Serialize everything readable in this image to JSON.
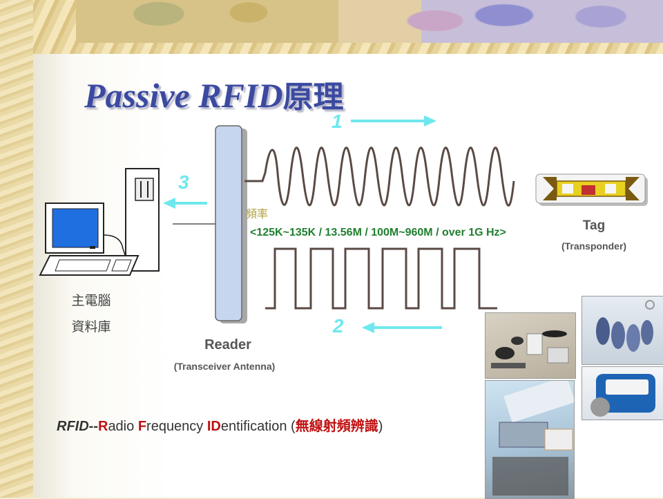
{
  "title": {
    "latin": "Passive RFID",
    "cjk": "原理"
  },
  "steps": {
    "one": "1",
    "two": "2",
    "three": "3"
  },
  "tag": {
    "label": "Tag",
    "sublabel": "(Transponder)"
  },
  "reader": {
    "label": "Reader",
    "sublabel": "(Transceiver Antenna)"
  },
  "frequency": {
    "label": "頻率",
    "range": "<125K~135K / 13.56M / 100M~960M / over 1G Hz>"
  },
  "host": {
    "line1": "主電腦",
    "line2": "資料庫"
  },
  "footer": {
    "parts": [
      "RFID--",
      "R",
      "adio ",
      "F",
      "requency ",
      "ID",
      "entification (",
      "無線射頻辨識",
      ")"
    ]
  },
  "colors": {
    "title": "#3b4aa0",
    "arrows": "#6ee8ee",
    "accent_red": "#c01010",
    "range_text": "#1f7f2f",
    "antenna": "#c6d6ee"
  }
}
